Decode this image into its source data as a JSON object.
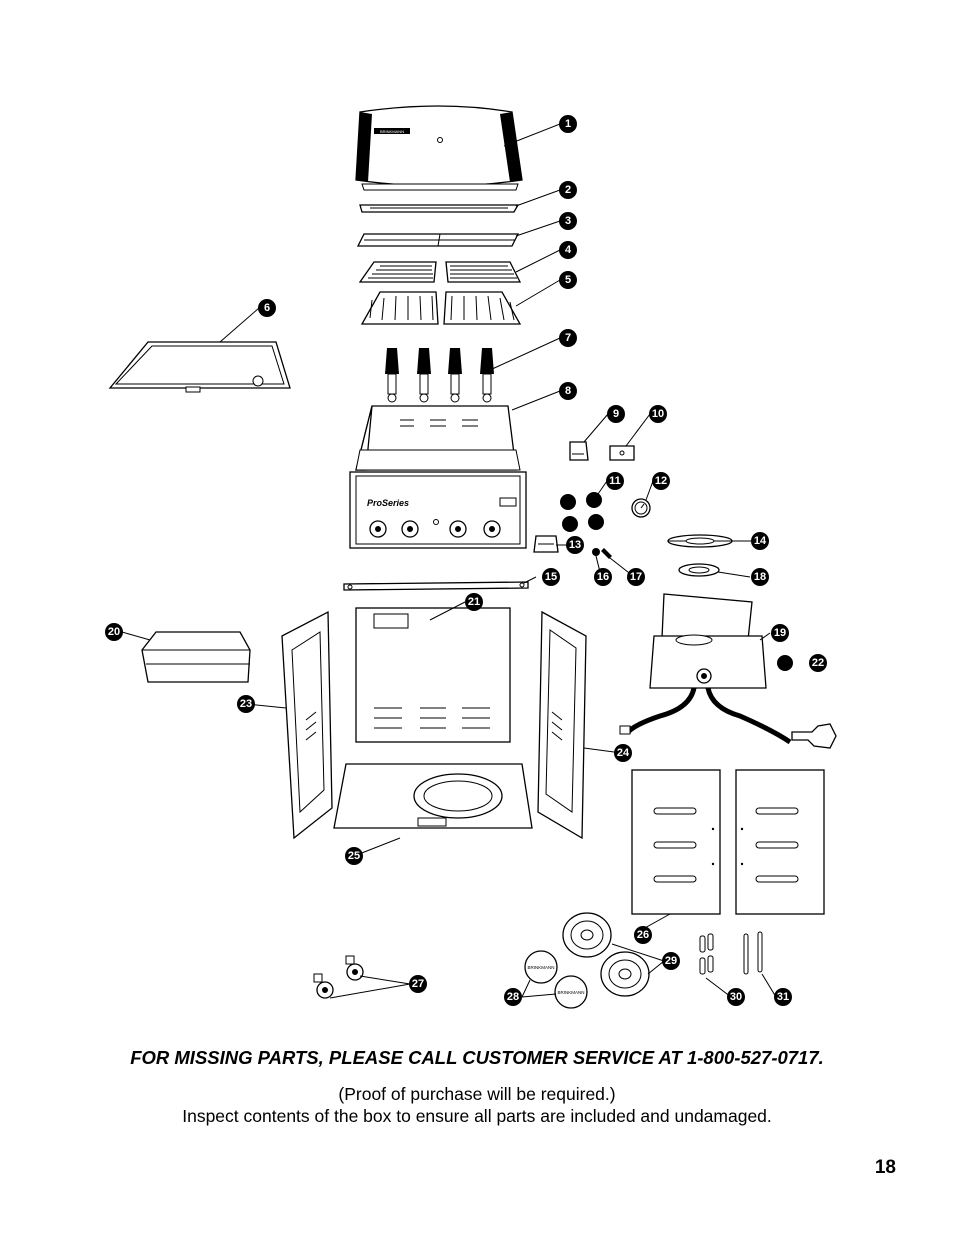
{
  "notice": "FOR MISSING PARTS, PLEASE CALL CUSTOMER SERVICE AT 1-800-527-0717.",
  "proof_note": "(Proof of purchase will be required.)",
  "inspect_note": "Inspect contents of the box to ensure all parts are included and undamaged.",
  "page_number": "18",
  "callouts": [
    "1",
    "2",
    "3",
    "4",
    "5",
    "6",
    "7",
    "8",
    "9",
    "10",
    "11",
    "12",
    "13",
    "14",
    "15",
    "16",
    "17",
    "18",
    "19",
    "20",
    "21",
    "22",
    "23",
    "24",
    "25",
    "26",
    "27",
    "28",
    "29",
    "30",
    "31"
  ],
  "brand_labels": [
    "BRINKMANN",
    "ProSeries",
    "BRINKMANN",
    "BRINKMANN"
  ]
}
